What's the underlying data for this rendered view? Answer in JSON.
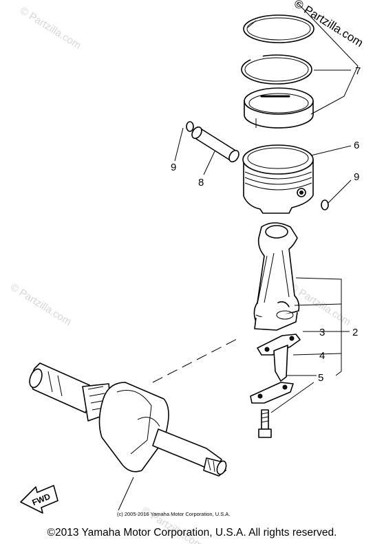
{
  "watermarks": [
    "© Partzilla.com",
    "© Partzilla.com",
    "© Partzilla.com",
    "© Partzilla.com",
    "© Partzilla.com"
  ],
  "callouts": {
    "c2": "2",
    "c3": "3",
    "c4": "4",
    "c5": "5",
    "c6": "6",
    "c7": "7",
    "c8": "8",
    "c9a": "9",
    "c9b": "9"
  },
  "fwd_label": "FWD",
  "small_copyright": "(c) 2005-2016 Yamaha Motor Corporation, U.S.A.",
  "footer_copyright": "©2013 Yamaha Motor Corporation, U.S.A. All rights reserved."
}
